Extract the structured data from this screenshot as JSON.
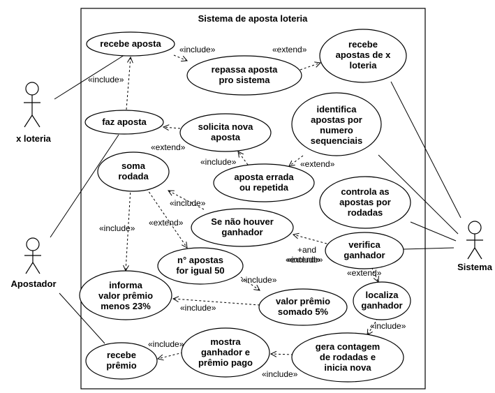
{
  "system": {
    "title": "Sistema de aposta loteria"
  },
  "actors": {
    "x_loteria": "x loteria",
    "apostador": "Apostador",
    "sistema": "Sistema"
  },
  "use_cases": {
    "recebe_aposta": [
      "recebe aposta"
    ],
    "repassa_aposta": [
      "repassa aposta",
      "pro sistema"
    ],
    "recebe_apostas_x": [
      "recebe",
      "apostas de x",
      "loteria"
    ],
    "faz_aposta": [
      "faz aposta"
    ],
    "solicita_nova": [
      "solicita nova",
      "aposta"
    ],
    "identifica": [
      "identifica",
      "apostas por",
      "numero",
      "sequenciais"
    ],
    "soma_rodada": [
      "soma",
      "rodada"
    ],
    "aposta_errada": [
      "aposta errada",
      "ou repetida"
    ],
    "controla": [
      "controla as",
      "apostas por",
      "rodadas"
    ],
    "se_nao_houver": [
      "Se não houver",
      "ganhador"
    ],
    "verifica": [
      "verifica",
      "ganhador"
    ],
    "n_apostas": [
      "n° apostas",
      "for igual 50"
    ],
    "informa_valor": [
      "informa",
      "valor prêmio",
      "menos 23%"
    ],
    "valor_premio_somado": [
      "valor prêmio",
      "somado 5%"
    ],
    "localiza": [
      "localiza",
      "ganhador"
    ],
    "mostra_ganhador": [
      "mostra",
      "ganhador e",
      "prêmio pago"
    ],
    "gera_contagem": [
      "gera contagem",
      "de rodadas e",
      "inicia nova"
    ],
    "recebe_premio": [
      "recebe",
      "prêmio"
    ]
  },
  "labels": {
    "include": "«include»",
    "extend": "«extend»",
    "and": "+and"
  }
}
